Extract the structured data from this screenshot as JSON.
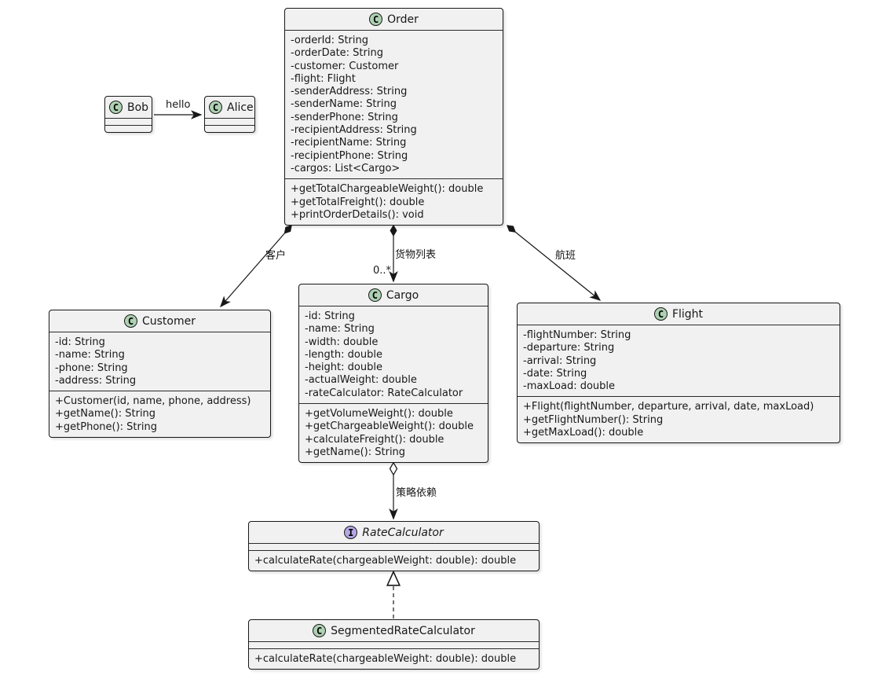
{
  "diagram": {
    "kind": "uml-class-diagram",
    "classes": {
      "bob": {
        "name": "Bob",
        "letter": "C",
        "stereotype": "class",
        "attributes": [],
        "methods": []
      },
      "alice": {
        "name": "Alice",
        "letter": "C",
        "stereotype": "class",
        "attributes": [],
        "methods": []
      },
      "order": {
        "name": "Order",
        "letter": "C",
        "stereotype": "class",
        "attributes": [
          "-orderId: String",
          "-orderDate: String",
          "-customer: Customer",
          "-flight: Flight",
          "-senderAddress: String",
          "-senderName: String",
          "-senderPhone: String",
          "-recipientAddress: String",
          "-recipientName: String",
          "-recipientPhone: String",
          "-cargos: List<Cargo>"
        ],
        "methods": [
          "+getTotalChargeableWeight(): double",
          "+getTotalFreight(): double",
          "+printOrderDetails(): void"
        ]
      },
      "customer": {
        "name": "Customer",
        "letter": "C",
        "stereotype": "class",
        "attributes": [
          "-id: String",
          "-name: String",
          "-phone: String",
          "-address: String"
        ],
        "methods": [
          "+Customer(id, name, phone, address)",
          "+getName(): String",
          "+getPhone(): String"
        ]
      },
      "cargo": {
        "name": "Cargo",
        "letter": "C",
        "stereotype": "class",
        "attributes": [
          "-id: String",
          "-name: String",
          "-width: double",
          "-length: double",
          "-height: double",
          "-actualWeight: double",
          "-rateCalculator: RateCalculator"
        ],
        "methods": [
          "+getVolumeWeight(): double",
          "+getChargeableWeight(): double",
          "+calculateFreight(): double",
          "+getName(): String"
        ]
      },
      "flight": {
        "name": "Flight",
        "letter": "C",
        "stereotype": "class",
        "attributes": [
          "-flightNumber: String",
          "-departure: String",
          "-arrival: String",
          "-date: String",
          "-maxLoad: double"
        ],
        "methods": [
          "+Flight(flightNumber, departure, arrival, date, maxLoad)",
          "+getFlightNumber(): String",
          "+getMaxLoad(): double"
        ]
      },
      "rate_calculator": {
        "name": "RateCalculator",
        "letter": "I",
        "stereotype": "interface",
        "attributes": [],
        "methods": [
          "+calculateRate(chargeableWeight: double): double"
        ]
      },
      "segmented_rate_calculator": {
        "name": "SegmentedRateCalculator",
        "letter": "C",
        "stereotype": "class",
        "attributes": [],
        "methods": [
          "+calculateRate(chargeableWeight: double): double"
        ]
      }
    },
    "edge_labels": {
      "hello": "hello",
      "customer": "客户",
      "cargo": "货物列表",
      "cargo_multiplicity": "0..*",
      "flight": "航班",
      "strategy": "策略依赖"
    },
    "colors": {
      "class_spot": "#ADD1B2",
      "interface_spot": "#B4A7E5",
      "box_fill": "#F1F1F1",
      "line": "#181818"
    }
  }
}
